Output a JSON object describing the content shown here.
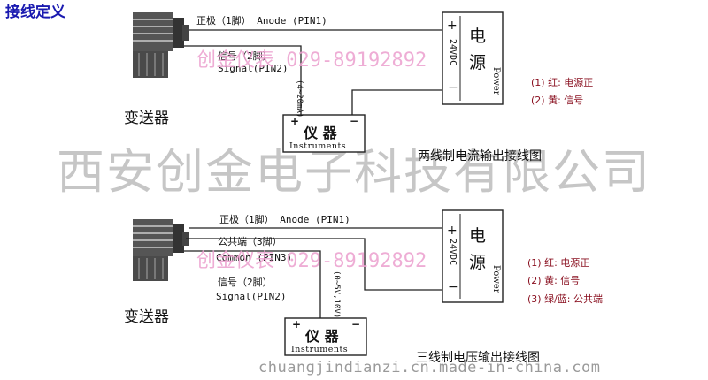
{
  "title": "接线定义",
  "watermark": {
    "company": "西安创金电子科技有限公司",
    "overlay": "创金仪表 029-89192892",
    "url": "chuangjindianzi.cn.made-in-china.com"
  },
  "colors": {
    "title": "#1a1ab0",
    "legend": "#8a1020",
    "watermark_company": "#c6c6c6",
    "watermark_overlay": "#ec9fce",
    "line": "#222222"
  },
  "diagram1": {
    "transmitter_label": "变送器",
    "wire_anode": "正极（1脚） Anode (PIN1)",
    "wire_signal": "信号（2脚）",
    "wire_signal_en": "Signal(PIN2)",
    "current_label": "(4~20mA)",
    "instrument_cn": "仪 器",
    "instrument_en": "Instruments",
    "instrument_plus": "+",
    "instrument_minus": "−",
    "power_plus": "+",
    "power_minus": "−",
    "power_voltage": "24VDC",
    "power_cn_1": "电",
    "power_cn_2": "源",
    "power_en": "Power",
    "legend": [
      "(1) 红: 电源正",
      "(2) 黄: 信号"
    ],
    "caption": "两线制电流输出接线图"
  },
  "diagram2": {
    "transmitter_label": "变送器",
    "wire_anode": "正极（1脚） Anode (PIN1)",
    "wire_common": "公共端（3脚）",
    "wire_common_en": "Common (PIN3)",
    "wire_signal": "信号（2脚）",
    "wire_signal_en": "Signal(PIN2)",
    "voltage_label": "(0~5V,10V)",
    "instrument_cn": "仪 器",
    "instrument_en": "Instruments",
    "instrument_plus": "+",
    "instrument_minus": "−",
    "power_plus": "+",
    "power_minus": "−",
    "power_voltage": "24VDC",
    "power_cn_1": "电",
    "power_cn_2": "源",
    "power_en": "Power",
    "legend": [
      "(1) 红: 电源正",
      "(2) 黄: 信号",
      "(3) 绿/蓝: 公共端"
    ],
    "caption": "三线制电压输出接线图"
  }
}
